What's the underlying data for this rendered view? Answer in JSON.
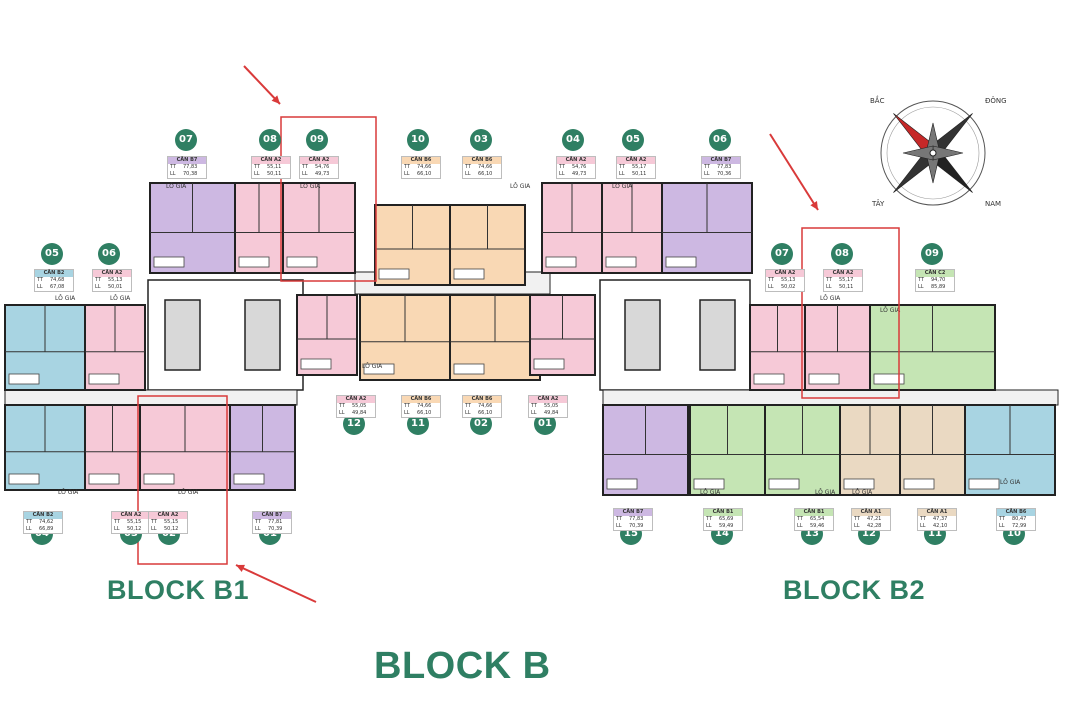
{
  "titles": {
    "block_b1": "BLOCK B1",
    "block_b2": "BLOCK B2",
    "block_b": "BLOCK B"
  },
  "compass": {
    "north": "BẮC",
    "east": "ĐÔNG",
    "west": "TÂY",
    "south": "NAM"
  },
  "row_labels": {
    "tt": "TT",
    "ll": "LL"
  },
  "colors": {
    "accent": "#2f7f63",
    "highlight": "#d93a3a",
    "pink": "#f6c9d7",
    "purple": "#cdb8e2",
    "peach": "#f9d8b4",
    "blue": "#a8d4e2",
    "green": "#c5e5b4",
    "beige": "#ead9c2"
  },
  "units": [
    {
      "num": "07",
      "name": "CĂN B7",
      "tt": "77,83",
      "ll": "70,38",
      "color": "purple"
    },
    {
      "num": "08",
      "name": "CĂN A2",
      "tt": "55,11",
      "ll": "50,11",
      "color": "pink"
    },
    {
      "num": "09",
      "name": "CĂN A2",
      "tt": "54,76",
      "ll": "49,73",
      "color": "pink"
    },
    {
      "num": "10",
      "name": "CĂN B6",
      "tt": "74,66",
      "ll": "66,10",
      "color": "peach"
    },
    {
      "num": "03",
      "name": "CĂN B6",
      "tt": "74,66",
      "ll": "66,10",
      "color": "peach"
    },
    {
      "num": "04",
      "name": "CĂN A2",
      "tt": "54,76",
      "ll": "49,73",
      "color": "pink"
    },
    {
      "num": "05",
      "name": "CĂN A2",
      "tt": "55,17",
      "ll": "50,11",
      "color": "pink"
    },
    {
      "num": "06",
      "name": "CĂN B7",
      "tt": "77,83",
      "ll": "70,36",
      "color": "purple"
    },
    {
      "num": "05",
      "name": "CĂN B2",
      "tt": "74,68",
      "ll": "67,08",
      "color": "blue"
    },
    {
      "num": "06",
      "name": "CĂN A2",
      "tt": "55,13",
      "ll": "50,01",
      "color": "pink"
    },
    {
      "num": "07",
      "name": "CĂN A2",
      "tt": "55,13",
      "ll": "50,02",
      "color": "pink"
    },
    {
      "num": "08",
      "name": "CĂN A2",
      "tt": "55,17",
      "ll": "50,11",
      "color": "pink"
    },
    {
      "num": "09",
      "name": "CĂN C2",
      "tt": "94,70",
      "ll": "85,89",
      "color": "green"
    },
    {
      "num": "12",
      "name": "CĂN A2",
      "tt": "55,05",
      "ll": "49,84",
      "color": "pink"
    },
    {
      "num": "11",
      "name": "CĂN B6",
      "tt": "74,66",
      "ll": "66,10",
      "color": "peach"
    },
    {
      "num": "02",
      "name": "CĂN B6",
      "tt": "74,66",
      "ll": "66,10",
      "color": "peach"
    },
    {
      "num": "01",
      "name": "CĂN A2",
      "tt": "55,05",
      "ll": "49,84",
      "color": "pink"
    },
    {
      "num": "04",
      "name": "CĂN B2",
      "tt": "74,62",
      "ll": "66,89",
      "color": "blue"
    },
    {
      "num": "03",
      "name": "CĂN A2",
      "tt": "55,15",
      "ll": "50,12",
      "color": "pink"
    },
    {
      "num": "02",
      "name": "CĂN A2",
      "tt": "55,15",
      "ll": "50,12",
      "color": "pink"
    },
    {
      "num": "01",
      "name": "CĂN B7",
      "tt": "77,81",
      "ll": "70,39",
      "color": "purple"
    },
    {
      "num": "15",
      "name": "CĂN B7",
      "tt": "77,83",
      "ll": "70,39",
      "color": "purple"
    },
    {
      "num": "14",
      "name": "CĂN B1",
      "tt": "65,69",
      "ll": "59,49",
      "color": "green"
    },
    {
      "num": "13",
      "name": "CĂN B1",
      "tt": "65,54",
      "ll": "59,46",
      "color": "green"
    },
    {
      "num": "12",
      "name": "CĂN A1",
      "tt": "47,21",
      "ll": "42,28",
      "color": "beige"
    },
    {
      "num": "11",
      "name": "CĂN A1",
      "tt": "47,37",
      "ll": "42,10",
      "color": "beige"
    },
    {
      "num": "10",
      "name": "CĂN B6",
      "tt": "80,47",
      "ll": "72,99",
      "color": "blue"
    }
  ],
  "balcony_label": "LÔ GIA"
}
